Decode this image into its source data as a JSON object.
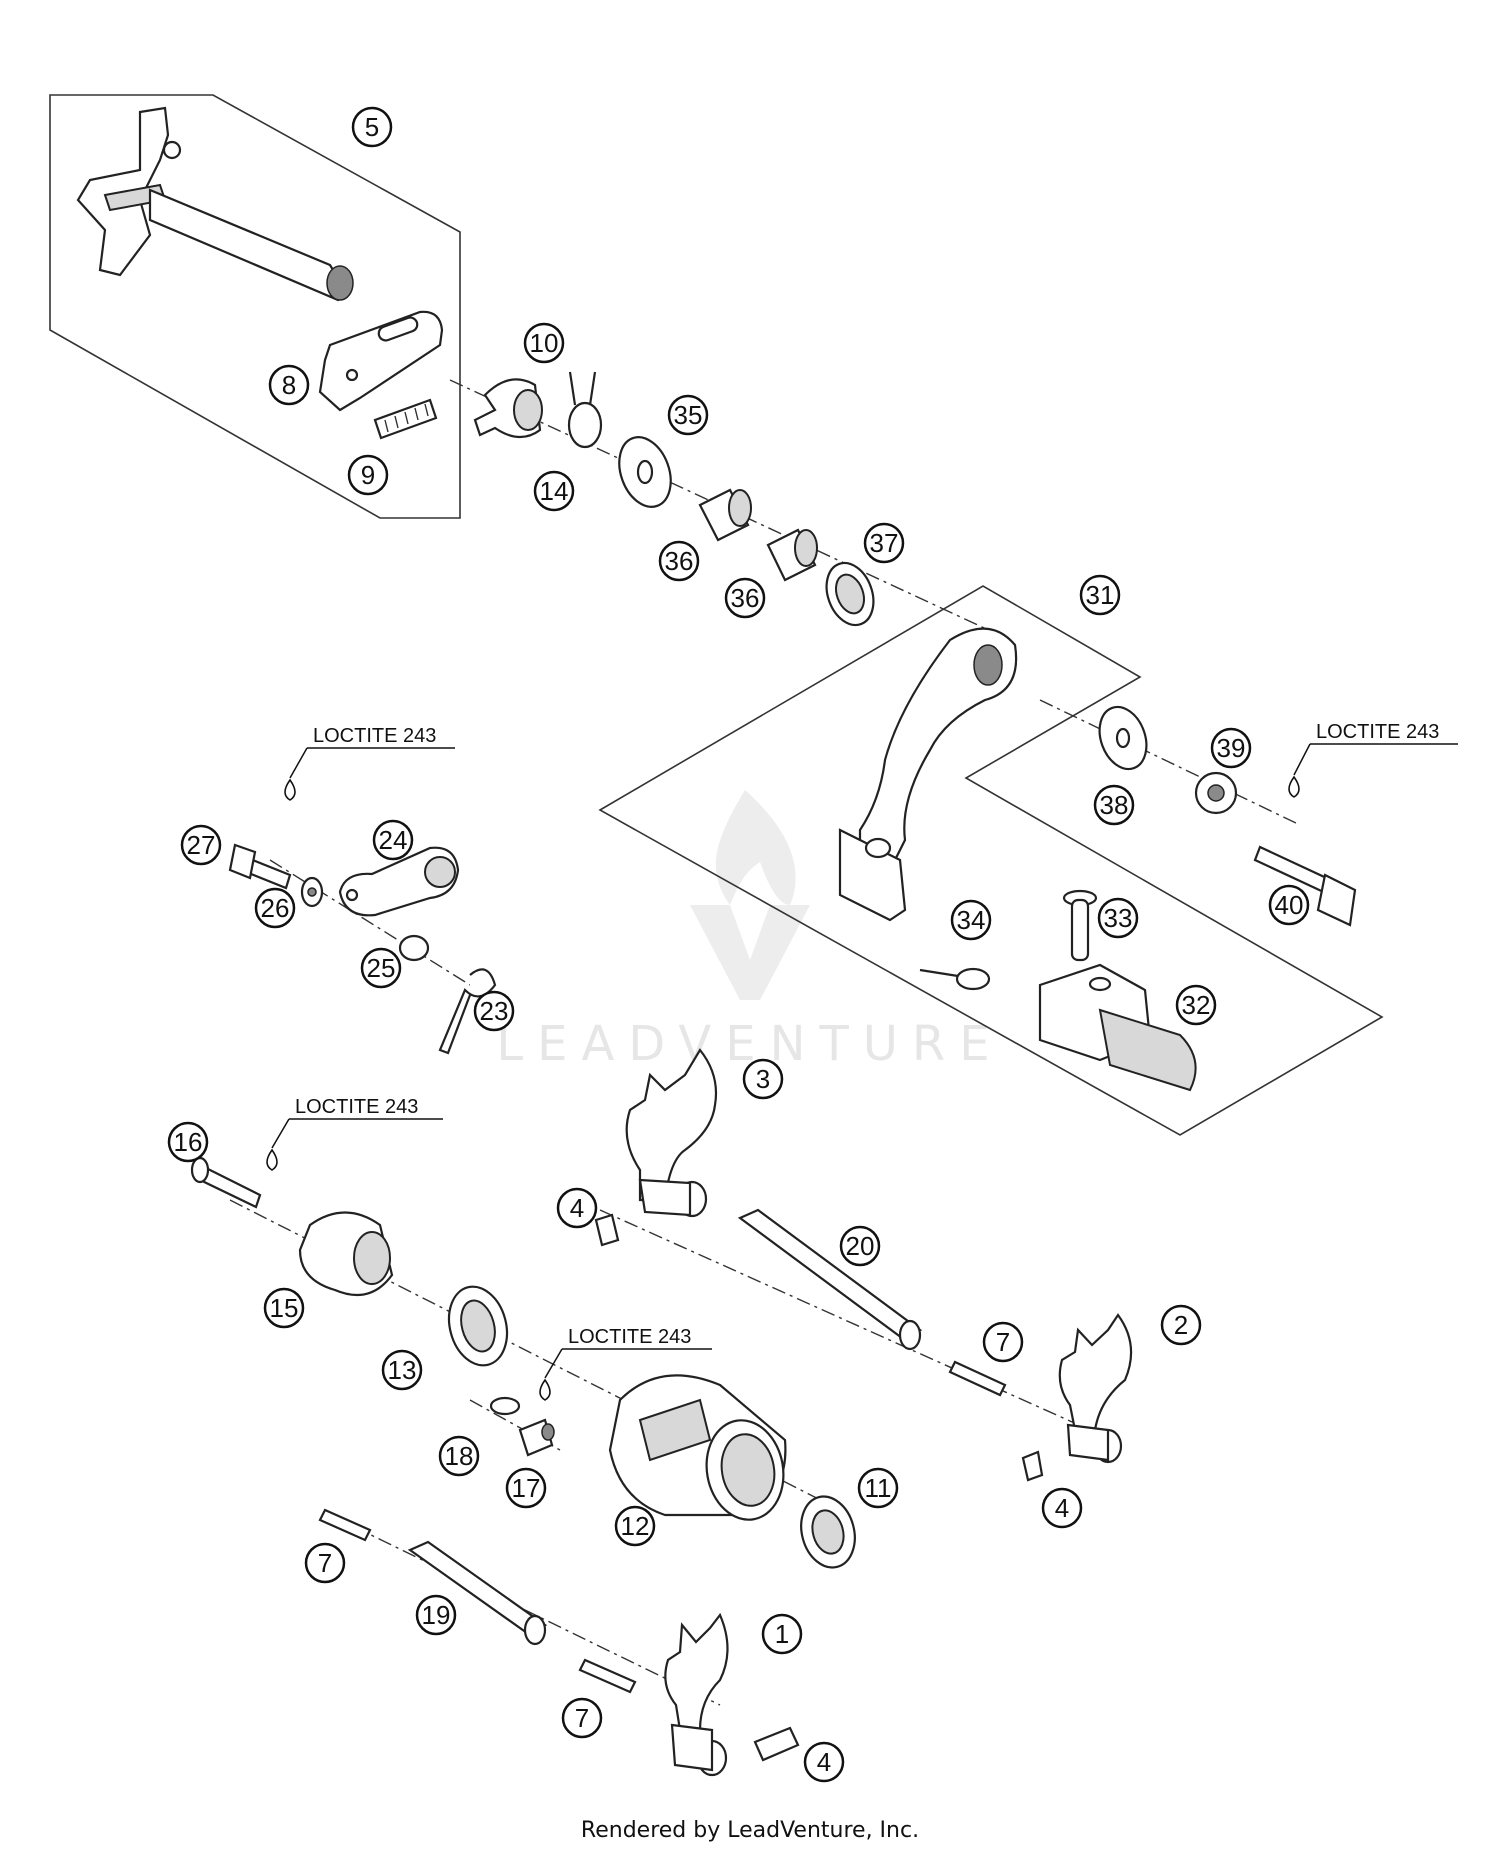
{
  "diagram": {
    "callouts": [
      "5",
      "8",
      "9",
      "10",
      "14",
      "35",
      "36",
      "36",
      "37",
      "31",
      "38",
      "39",
      "40",
      "34",
      "33",
      "32",
      "27",
      "24",
      "26",
      "25",
      "23",
      "3",
      "4",
      "20",
      "2",
      "7",
      "4",
      "16",
      "15",
      "13",
      "18",
      "17",
      "12",
      "11",
      "7",
      "19",
      "7",
      "1",
      "4"
    ],
    "loctite_labels": [
      "LOCTITE 243",
      "LOCTITE 243",
      "LOCTITE 243",
      "LOCTITE 243"
    ],
    "watermark": "LEADVENTURE"
  },
  "footer": {
    "text": "Rendered by LeadVenture, Inc."
  }
}
